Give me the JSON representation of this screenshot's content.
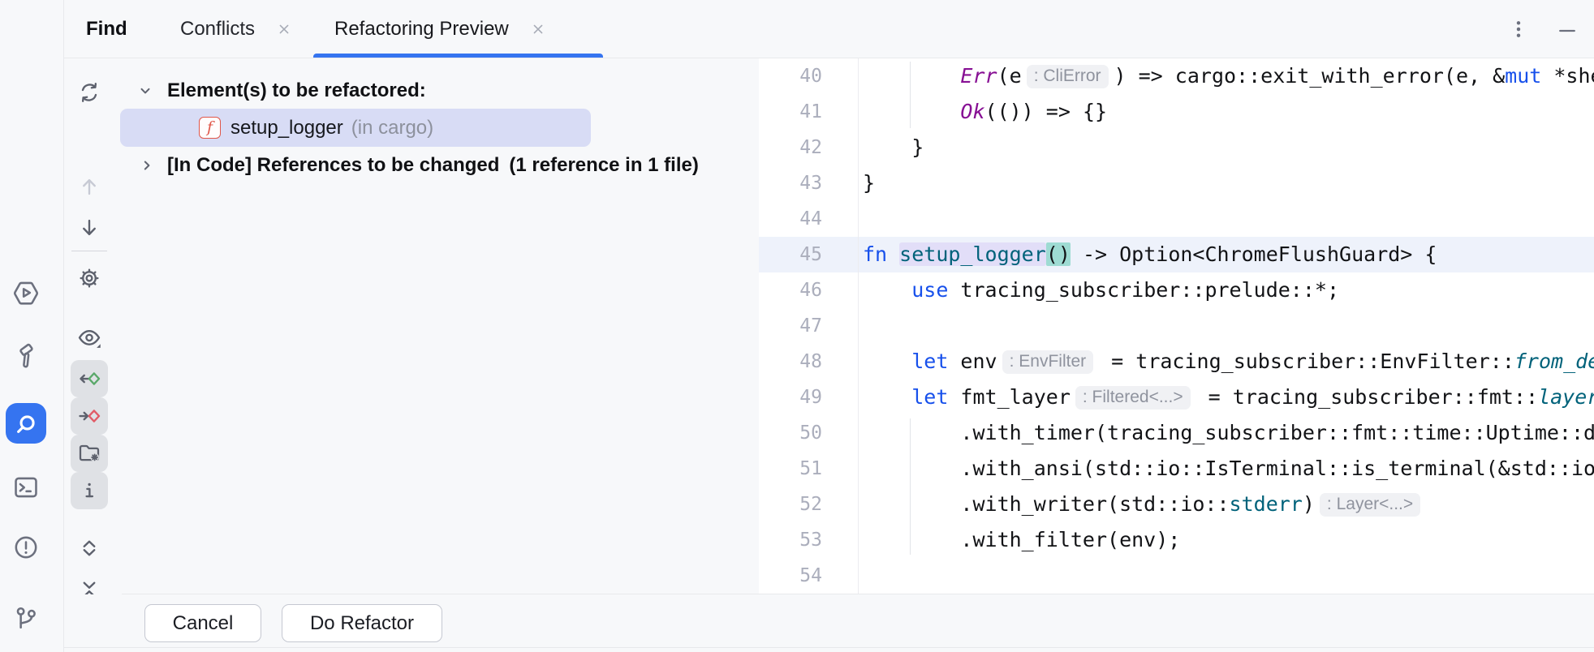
{
  "colors": {
    "accent_blue": "#3574f0",
    "panel_bg": "#f7f8fa",
    "editor_bg": "#ffffff",
    "tree_selection_bg": "#d8dcf5",
    "current_line_bg": "#eef2fb",
    "rename_highlight_bg": "#e2def8",
    "paren_highlight_bg": "#9edbd3",
    "keyword_color": "#1750eb",
    "enum_variant_color": "#871094",
    "function_color": "#00627a",
    "icon_gray": "#6c707e",
    "function_badge_red": "#e0574a",
    "green_diamond": "#59a869",
    "red_diamond": "#e15b66"
  },
  "tabbar": {
    "title": "Find",
    "tabs": [
      {
        "label": "Conflicts",
        "active": false,
        "closable": true
      },
      {
        "label": "Refactoring Preview",
        "active": true,
        "closable": true
      }
    ],
    "right_icons": [
      "kebab-menu-icon",
      "hide-tool-window-icon"
    ]
  },
  "left_rail": {
    "items": [
      {
        "icon": "services-icon",
        "active": false
      },
      {
        "icon": "build-icon",
        "active": false
      },
      {
        "icon": "search-icon",
        "active": true
      },
      {
        "icon": "terminal-icon",
        "active": false
      },
      {
        "icon": "problems-icon",
        "active": false
      },
      {
        "icon": "version-control-icon",
        "active": false
      }
    ]
  },
  "toolbar": {
    "icons": [
      "refresh-icon",
      "up-arrow-icon",
      "down-arrow-icon",
      "settings-gear-icon",
      "preview-eye-icon",
      "read-access-icon",
      "write-access-icon",
      "group-by-directory-icon",
      "show-info-icon",
      "expand-all-icon",
      "collapse-all-icon",
      "preview-panel-icon"
    ],
    "toggled_on": [
      "read-access-icon",
      "write-access-icon",
      "group-by-directory-icon",
      "show-info-icon",
      "preview-panel-icon"
    ],
    "disabled": [
      "up-arrow-icon"
    ]
  },
  "tree": {
    "root_label": "Element(s) to be refactored:",
    "selected_item": {
      "icon_letter": "f",
      "name": "setup_logger",
      "context": "(in cargo)"
    },
    "references_label": "[In Code] References to be changed",
    "references_count": "(1 reference in 1 file)"
  },
  "editor": {
    "first_visible_line": 40,
    "last_visible_line": 54,
    "current_line": 45,
    "lines": [
      {
        "num": 40,
        "tokens": [
          {
            "t": "        ",
            "s": "p"
          },
          {
            "t": "Err",
            "s": "e"
          },
          {
            "t": "(e",
            "s": "p"
          },
          {
            "t": ": CliError",
            "s": "i"
          },
          {
            "t": ") => cargo::exit_with_error(e, &",
            "s": "p"
          },
          {
            "t": "mut",
            "s": "k"
          },
          {
            "t": " *shell",
            "s": "p"
          }
        ]
      },
      {
        "num": 41,
        "tokens": [
          {
            "t": "        ",
            "s": "p"
          },
          {
            "t": "Ok",
            "s": "e"
          },
          {
            "t": "(()) => {}",
            "s": "p"
          }
        ]
      },
      {
        "num": 42,
        "tokens": [
          {
            "t": "    }",
            "s": "p"
          }
        ]
      },
      {
        "num": 43,
        "tokens": [
          {
            "t": "}",
            "s": "p"
          }
        ]
      },
      {
        "num": 44,
        "tokens": []
      },
      {
        "num": 45,
        "tokens": [
          {
            "t": "fn",
            "s": "k"
          },
          {
            "t": " ",
            "s": "p"
          },
          {
            "t": "setup_logger",
            "s": "f hn"
          },
          {
            "t": "()",
            "s": "p hp"
          },
          {
            "t": " -> Option<ChromeFlushGuard> {",
            "s": "p"
          }
        ]
      },
      {
        "num": 46,
        "tokens": [
          {
            "t": "    ",
            "s": "p"
          },
          {
            "t": "use",
            "s": "k"
          },
          {
            "t": " tracing_subscriber::prelude::*;",
            "s": "p"
          }
        ]
      },
      {
        "num": 47,
        "tokens": []
      },
      {
        "num": 48,
        "tokens": [
          {
            "t": "    ",
            "s": "p"
          },
          {
            "t": "let",
            "s": "k"
          },
          {
            "t": " env",
            "s": "p"
          },
          {
            "t": ": EnvFilter",
            "s": "i"
          },
          {
            "t": " = tracing_subscriber::EnvFilter::",
            "s": "p"
          },
          {
            "t": "from_default_env",
            "s": "fi"
          },
          {
            "t": "()",
            "s": "p"
          }
        ]
      },
      {
        "num": 49,
        "tokens": [
          {
            "t": "    ",
            "s": "p"
          },
          {
            "t": "let",
            "s": "k"
          },
          {
            "t": " fmt_layer",
            "s": "p"
          },
          {
            "t": ": Filtered<...>",
            "s": "i"
          },
          {
            "t": " = tracing_subscriber::fmt::",
            "s": "p"
          },
          {
            "t": "layer",
            "s": "fi"
          },
          {
            "t": "()",
            "s": "p"
          }
        ]
      },
      {
        "num": 50,
        "tokens": [
          {
            "t": "        .with_timer(tracing_subscriber::fmt::time::Uptime::default())",
            "s": "p"
          }
        ]
      },
      {
        "num": 51,
        "tokens": [
          {
            "t": "        .with_ansi(std::io::IsTerminal::is_terminal(&std::io::stderr()))",
            "s": "p"
          }
        ]
      },
      {
        "num": 52,
        "tokens": [
          {
            "t": "        .with_writer(std::io::",
            "s": "p"
          },
          {
            "t": "stderr",
            "s": "f"
          },
          {
            "t": ")",
            "s": "p"
          },
          {
            "t": ": Layer<...>",
            "s": "i"
          }
        ]
      },
      {
        "num": 53,
        "tokens": [
          {
            "t": "        .with_filter(env);",
            "s": "p"
          }
        ]
      },
      {
        "num": 54,
        "tokens": []
      }
    ]
  },
  "footer": {
    "cancel_label": "Cancel",
    "refactor_label": "Do Refactor"
  }
}
